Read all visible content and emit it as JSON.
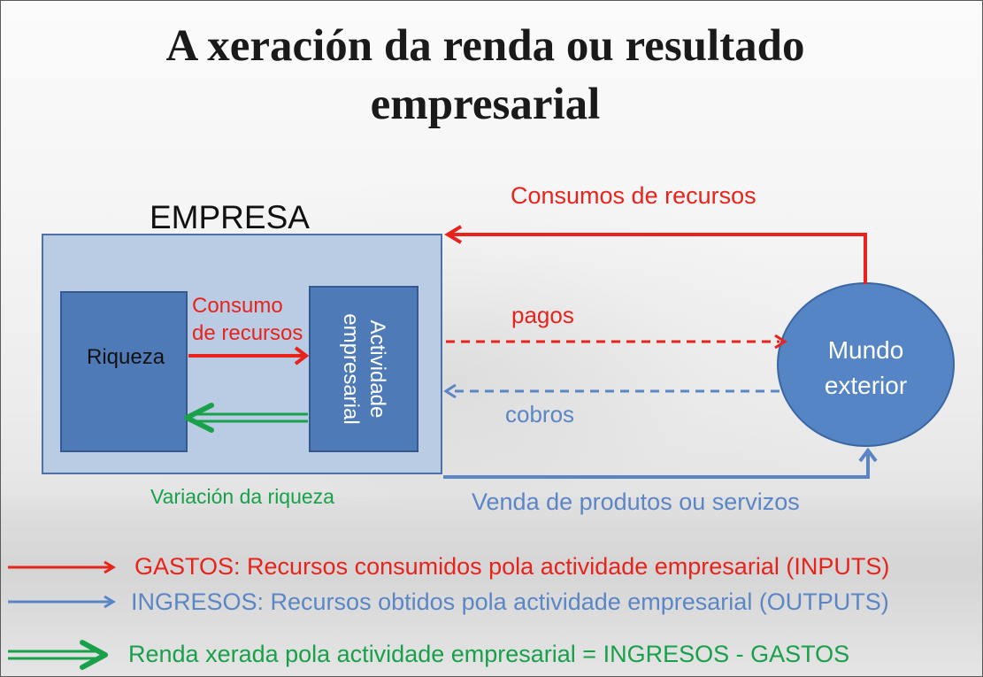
{
  "title": {
    "line1": "A xeración da renda ou resultado",
    "line2": "empresarial"
  },
  "diagram": {
    "empresa": "EMPRESA",
    "riqueza": "Riqueza",
    "actividade_line1": "Actividade",
    "actividade_line2": "empresarial",
    "consumo_inner_line1": "Consumo",
    "consumo_inner_line2": "de recursos",
    "mundo_line1": "Mundo",
    "mundo_line2": "exterior",
    "consumos_recursos": "Consumos de recursos",
    "pagos": "pagos",
    "cobros": "cobros",
    "variacion": "Variación da riqueza",
    "venda": "Venda de produtos ou servizos"
  },
  "legend": {
    "gastos": "GASTOS: Recursos consumidos pola actividade empresarial (INPUTS)",
    "ingresos": "INGRESOS: Recursos obtidos pola actividade empresarial (OUTPUTS)",
    "renda": "Renda xerada pola actividade empresarial = INGRESOS - GASTOS"
  },
  "colors": {
    "red": "#e8231c",
    "blue": "#5b86c6",
    "green": "#18a04a",
    "box_dark": "#4f7ab8",
    "box_light": "#b9cce4"
  }
}
